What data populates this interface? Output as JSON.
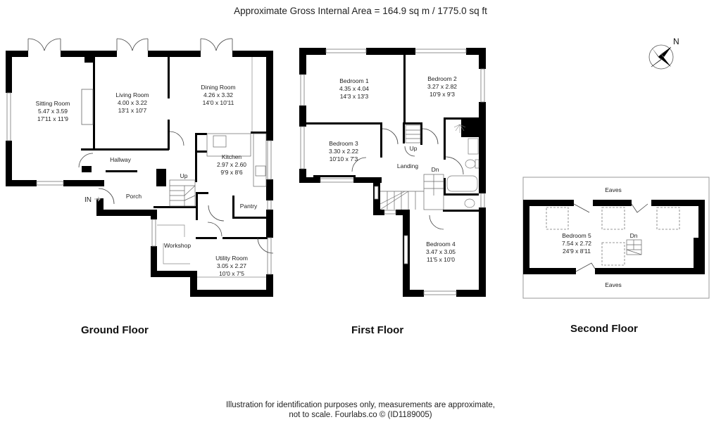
{
  "header": {
    "title": "Approximate Gross Internal Area = 164.9 sq m / 1775.0 sq ft"
  },
  "compass": {
    "label": "N"
  },
  "floors": [
    {
      "name": "Ground Floor",
      "rooms": [
        {
          "name": "Sitting Room",
          "metric": "5.47 x 3.59",
          "imperial": "17'11 x 11'9"
        },
        {
          "name": "Living Room",
          "metric": "4.00 x 3.22",
          "imperial": "13'1 x 10'7"
        },
        {
          "name": "Dining Room",
          "metric": "4.26 x 3.32",
          "imperial": "14'0 x 10'11"
        },
        {
          "name": "Kitchen",
          "metric": "2.97 x 2.60",
          "imperial": "9'9 x 8'6"
        },
        {
          "name": "Utility Room",
          "metric": "3.05 x 2.27",
          "imperial": "10'0 x 7'5"
        },
        {
          "name": "Hallway"
        },
        {
          "name": "Porch"
        },
        {
          "name": "Pantry"
        },
        {
          "name": "Workshop"
        }
      ],
      "labels": {
        "entrance": "IN",
        "stairs_up": "Up"
      }
    },
    {
      "name": "First Floor",
      "rooms": [
        {
          "name": "Bedroom 1",
          "metric": "4.35 x 4.04",
          "imperial": "14'3 x 13'3"
        },
        {
          "name": "Bedroom 2",
          "metric": "3.27 x 2.82",
          "imperial": "10'9 x 9'3"
        },
        {
          "name": "Bedroom 3",
          "metric": "3.30 x 2.22",
          "imperial": "10'10 x 7'3"
        },
        {
          "name": "Bedroom 4",
          "metric": "3.47 x 3.05",
          "imperial": "11'5 x 10'0"
        },
        {
          "name": "Landing"
        }
      ],
      "labels": {
        "stairs_up": "Up",
        "stairs_down": "Dn"
      }
    },
    {
      "name": "Second Floor",
      "rooms": [
        {
          "name": "Bedroom 5",
          "metric": "7.54 x 2.72",
          "imperial": "24'9 x 8'11"
        }
      ],
      "labels": {
        "eaves_top": "Eaves",
        "eaves_bottom": "Eaves",
        "stairs_down": "Dn"
      }
    }
  ],
  "footer": {
    "line1": "Illustration for identification purposes only, measurements are approximate,",
    "line2": "not to scale. Fourlabs.co © (ID1189005)"
  }
}
